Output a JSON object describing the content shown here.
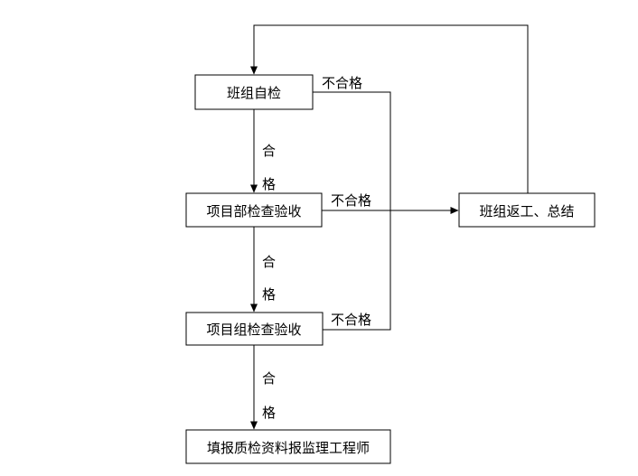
{
  "flowchart": {
    "nodes": {
      "team_self_check": "班组自检",
      "project_dept_inspection": "项目部检查验收",
      "project_group_inspection": "项目组检查验收",
      "report_to_supervisor": "填报质检资料报监理工程师",
      "team_rework": "班组返工、总结"
    },
    "labels": {
      "pass_char1": "合",
      "pass_char2": "格",
      "fail": "不合格"
    }
  }
}
